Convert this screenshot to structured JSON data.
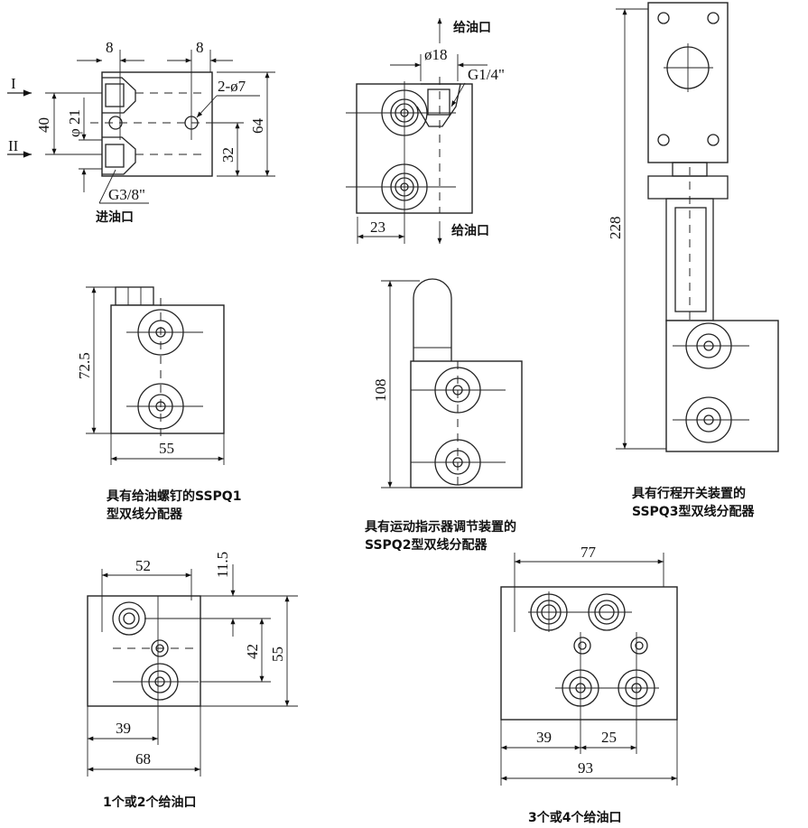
{
  "view_inlet": {
    "dim_top_left": "8",
    "dim_top_right": "8",
    "port_i": "I",
    "port_ii": "II",
    "dim_40": "40",
    "dim_phi21": "φ 21",
    "dim_holes": "2-ø7",
    "dim_64": "64",
    "dim_32": "32",
    "thread": "G3/8\"",
    "inlet_label": "进油口"
  },
  "view_outlet": {
    "outlet_top": "给油口",
    "dim_phi18": "ø18",
    "thread": "G1/4\"",
    "dim_23": "23",
    "outlet_bottom": "给油口"
  },
  "view_sspq3": {
    "dim_228": "228",
    "caption_line1": "具有行程开关装置的",
    "caption_line2": "SSPQ3型双线分配器"
  },
  "view_sspq1": {
    "dim_72_5": "72.5",
    "dim_55": "55",
    "caption_line1": "具有给油螺钉的SSPQ1",
    "caption_line2": "型双线分配器"
  },
  "view_sspq2": {
    "dim_108": "108",
    "caption_line1": "具有运动指示器调节装置的",
    "caption_line2": "SSPQ2型双线分配器"
  },
  "view_1or2": {
    "dim_52": "52",
    "dim_11_5": "11.5",
    "dim_42": "42",
    "dim_55": "55",
    "dim_39": "39",
    "dim_68": "68",
    "caption": "1个或2个给油口"
  },
  "view_3or4": {
    "dim_77": "77",
    "dim_39": "39",
    "dim_25": "25",
    "dim_93": "93",
    "caption": "3个或4个给油口"
  }
}
